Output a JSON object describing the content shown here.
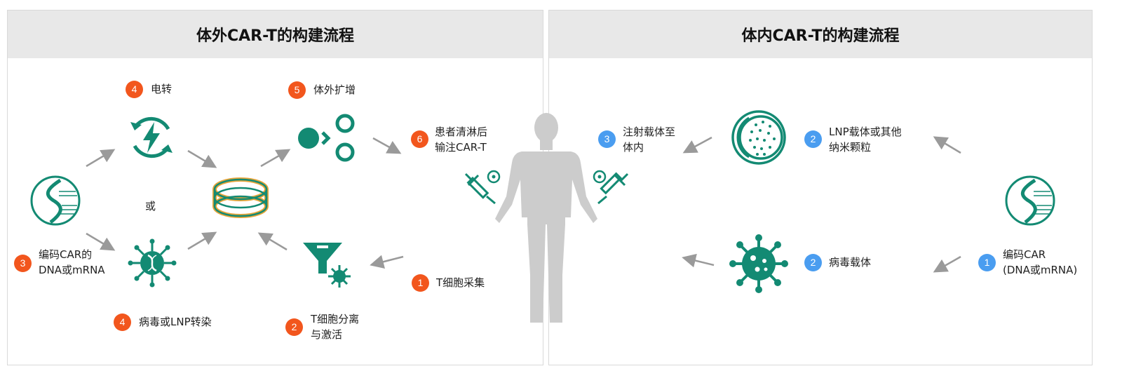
{
  "colors": {
    "teal": "#138a73",
    "orange": "#f2561d",
    "gold": "#e6a53a",
    "blue": "#4a9df0",
    "arrow": "#9a9a9a",
    "body": "#cccccc"
  },
  "left": {
    "title": "体外CAR-T的构建流程",
    "dna_badge": "3",
    "dna_label_1": "编码CAR的",
    "dna_label_2": "DNA或mRNA",
    "electro_badge": "4",
    "electro_label": "电转",
    "or_label": "或",
    "virus_badge": "4",
    "virus_label": "病毒或LNP转染",
    "expand_badge": "5",
    "expand_label": "体外扩增",
    "infuse_badge": "6",
    "infuse_label_1": "患者清淋后",
    "infuse_label_2": "输注CAR-T",
    "collect_badge": "1",
    "collect_label": "T细胞采集",
    "sep_badge": "2",
    "sep_label_1": "T细胞分离",
    "sep_label_2": "与激活"
  },
  "right": {
    "title": "体内CAR-T的构建流程",
    "inject_badge": "3",
    "inject_label_1": "注射载体至",
    "inject_label_2": "体内",
    "lnp_badge": "2",
    "lnp_label_1": "LNP载体或其他",
    "lnp_label_2": "纳米颗粒",
    "viral_badge": "2",
    "viral_label": "病毒载体",
    "car_badge": "1",
    "car_label_1": "编码CAR",
    "car_label_2": "(DNA或mRNA)"
  },
  "icons": [
    "dna-icon",
    "electroporation-icon",
    "virus-icon",
    "petri-dish-icon",
    "cell-expansion-icon",
    "funnel-icon",
    "syringe-icon",
    "human-silhouette-icon",
    "lnp-icon",
    "viral-vector-icon"
  ]
}
